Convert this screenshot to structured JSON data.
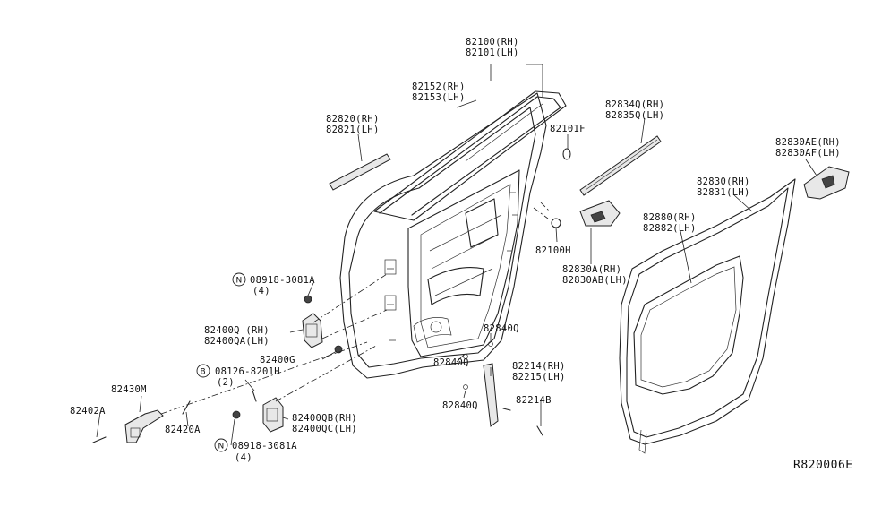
{
  "diagram": {
    "ref_code": "R820006E",
    "labels": {
      "door_panel": [
        "82100(RH)",
        "82101(LH)"
      ],
      "window_sash": [
        "82152(RH)",
        "82153(LH)"
      ],
      "outer_molding": [
        "82820(RH)",
        "82821(LH)"
      ],
      "inner_seal": [
        "82834Q(RH)",
        "82835Q(LH)"
      ],
      "clip": "82101F",
      "hole_cover": "82100H",
      "corner_trim_upper": [
        "82830AE(RH)",
        "82830AF(LH)"
      ],
      "weatherstrip": [
        "82830(RH)",
        "82831(LH)"
      ],
      "sealing_screen": [
        "82880(RH)",
        "82882(LH)"
      ],
      "corner_trim": [
        "82830A(RH)",
        "82830AB(LH)"
      ],
      "nut_upper": [
        "08918-3081A",
        "(4)"
      ],
      "hinge_upper": [
        "82400Q (RH)",
        "82400QA(LH)"
      ],
      "hinge_bolt": "82400G",
      "bolt": [
        "08126-8201H",
        "(2)"
      ],
      "clip_a": "82840Q",
      "clip_b": "82840Q",
      "clip_c": "82840Q",
      "channel": [
        "82214(RH)",
        "82215(LH)"
      ],
      "channel_screw": "82214B",
      "checker": "82430M",
      "checker_bolt": "82402A",
      "checker_pin": "82420A",
      "hinge_lower": [
        "82400QB(RH)",
        "82400QC(LH)"
      ],
      "nut_lower": [
        "08918-3081A",
        "(4)"
      ]
    },
    "symbols": {
      "nut": "N",
      "bolt": "B"
    }
  }
}
